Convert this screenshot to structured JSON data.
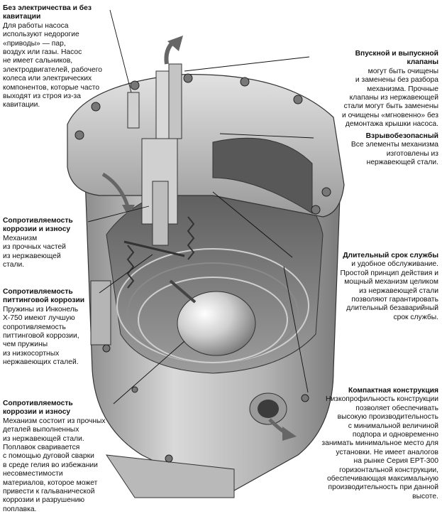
{
  "callouts": {
    "power": {
      "title": "Без электричества и без кавитации",
      "body": "Для работы насоса\nиспользуют недорогие\n«приводы» — пар,\nвоздух или газы. Насос\nне имеет сальников,\nэлектродвигателей, рабочего\nколеса или электрических\nкомпонентов, которые часто\nвыходят из строя из-за\nкавитации."
    },
    "valves": {
      "title": "Впускной и выпускной\nклапаны",
      "body": "могут быть очищены\nи заменены без разбора\nмеханизма. Прочные\nклапаны из нержавеющей\nстали могут быть заменены\nи очищены «мгновенно» без\nдемонтажа крышки насоса."
    },
    "safe": {
      "title": "Взрывобезопасный",
      "body": "Все элементы механизма\nизготовлены из\nнержавеющей стали."
    },
    "mech": {
      "title": "Сопротивляемость\nкоррозии и износу",
      "body": "Механизм\nиз прочных частей\nиз нержавеющей\nстали."
    },
    "spring": {
      "title": "Сопротивляемость\nпиттинговой коррозии",
      "body": "Пружины из Инконель\nX-750 имеют лучшую\nсопротивляемость\nпиттинговой коррозии,\nчем пружины\nиз низкосортных\nнержавеющих сталей."
    },
    "life": {
      "title": "Длительный срок службы",
      "body": "и удобное обслуживание.\nПростой принцип действия и\nмощный механизм целиком\nиз нержавеющей стали\nпозволяют гарантировать\nдлительный безаварийный\nсрок службы."
    },
    "float": {
      "title": "Сопротивляемость\nкоррозии и износу",
      "body": "Механизм состоит из прочных\nдеталей выполненных\nиз нержавеющей стали.\nПоплавок сваривается\nс помощью дуговой сварки\nв среде гелия во избежании\nнесовместимости\nматериалов, которое может\nпривести к гальванической\nкоррозии и разрушению\nпоплавка."
    },
    "compact": {
      "title": "Компактная конструкция",
      "body": "Низкопрофильность конструкции\nпозволяет обеспечивать\nвысокую производительность\nс минимальной величиной\nподпора и одновременно\nзанимать минимальное место для\nустановки. Не имеет аналогов\nна рынке Серия EPT-300\nгоризонтальной конструкции,\nобеспечивающая максимальную\nпроизводительность при данной\nвысоте."
    }
  },
  "colors": {
    "metal_light": "#d6d6d6",
    "metal_mid": "#a9a9a9",
    "metal_dark": "#6f6f6f",
    "metal_shadow": "#4a4a4a",
    "leader_line": "#111111"
  }
}
